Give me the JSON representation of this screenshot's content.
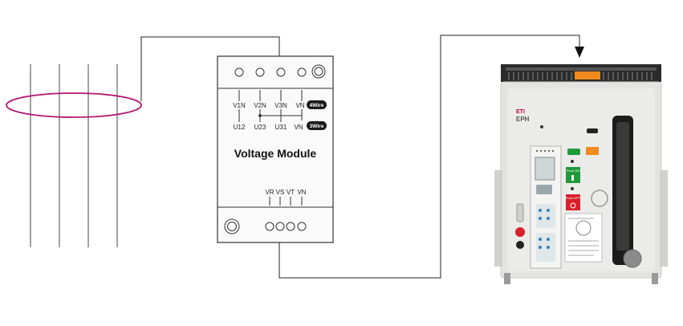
{
  "module": {
    "title": "Voltage Module",
    "top_labels": [
      "V1N",
      "V2N",
      "V3N",
      "VN"
    ],
    "bottom_labels": [
      "U12",
      "U23",
      "U31",
      "VN"
    ],
    "badge_4wire": "4Wire",
    "badge_3wire": "3Wire",
    "output_labels": [
      "VR",
      "VS",
      "VT",
      "VN"
    ]
  },
  "breaker": {
    "brand": "ETI",
    "model": "EPH",
    "on_label": "Push ON",
    "off_label": "Push OFF"
  },
  "colors": {
    "loop": "#b0176e",
    "badge": "#1a1a1a",
    "accent_red": "#d8202a",
    "accent_green": "#1f9a3a",
    "terminal_orange": "#f08a1c"
  }
}
